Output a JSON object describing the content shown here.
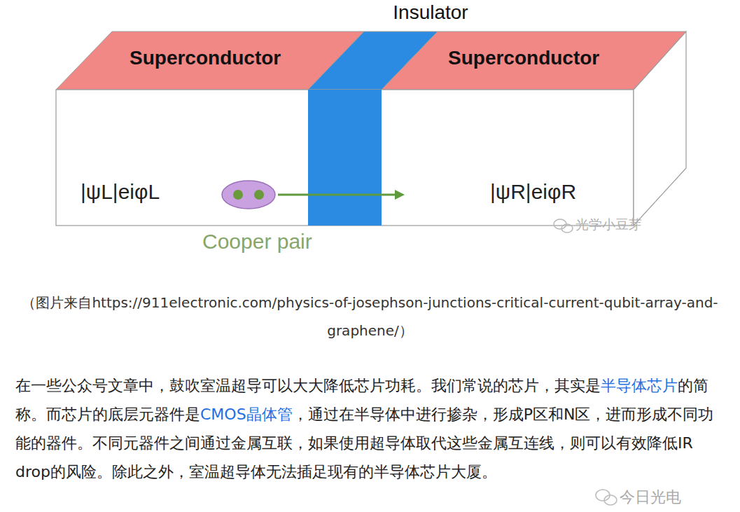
{
  "diagram": {
    "caption": "（图片来自https://911electronic.com/physics-of-josephson-junctions-critical-current-qubit-array-and-graphene/）",
    "nodes": [
      {
        "text": [
          "Superconductor",
          "|ψL|eiφL"
        ]
      },
      {
        "text": [
          "Cooper pair"
        ],
        "in": 0
      },
      {
        "text": [
          "Insulator"
        ]
      },
      {
        "text": [
          "Superconductor",
          "|ψR|eiφR"
        ]
      }
    ],
    "edges": [
      {
        "from": 1,
        "to": 3,
        "arrow": "to"
      }
    ],
    "labels": [
      "光学小豆芽",
      "在一些公众号文章中，鼓吹室温超导可以大大降低芯片功耗。我们常说的芯片，其实是",
      "半导体芯片",
      "的简称。而芯片的底层元器件是",
      "CMOS晶体管",
      "，通过在半导体中进行掺杂，形成P区和N区，进而形成不同功能的器件。不同元器件之间通过金属互联，如果使用超导体取代这些金属互连线，则可以有效降低IR drop的风险。除此之外，室温超导体无法插足现有的半导体芯片大厦。",
      "今日光电"
    ]
  }
}
